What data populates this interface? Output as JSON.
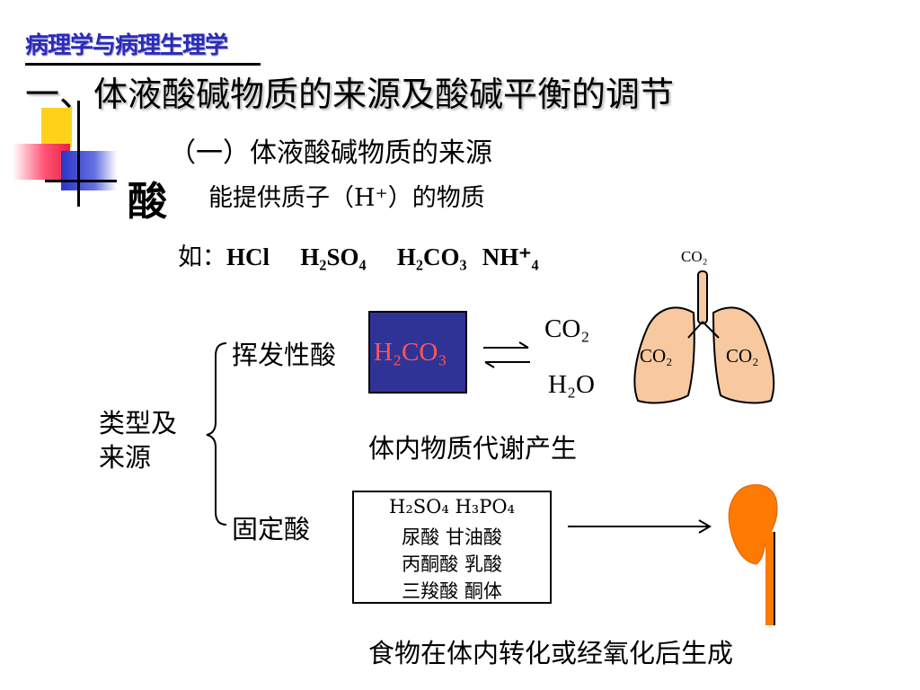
{
  "header": {
    "course": "病理学与病理生理学",
    "title": "一、体液酸碱物质的来源及酸碱平衡的调节",
    "subtitle": "（一）体液酸碱物质的来源"
  },
  "acid": {
    "label": "酸",
    "definition": "能提供质子（H⁺）的物质",
    "examples_prefix": "如：",
    "examples": [
      "HCl",
      "H₂SO₄",
      "H₂CO₃",
      "NH⁺₄"
    ]
  },
  "types": {
    "label": "类型及来源",
    "volatile": {
      "label": "挥发性酸",
      "compound": "H₂CO₃",
      "products": [
        "CO₂",
        "H₂O"
      ],
      "source": "体内物质代谢产生"
    },
    "fixed": {
      "label": "固定酸",
      "list": [
        "H₂SO₄   H₃PO₄",
        "尿酸    甘油酸",
        "丙酮酸    乳酸",
        "三羧酸    酮体"
      ],
      "source": "食物在体内转化或经氧化后生成"
    }
  },
  "lungs": {
    "top_label": "CO₂",
    "left_label": "CO₂",
    "right_label": "CO₂"
  },
  "colors": {
    "course": "#2b2bb8",
    "compound_box": "#303396",
    "compound_text": "#ff5555",
    "lung_fill": "#f8c8a0",
    "kidney_fill": "#ff7a00"
  }
}
